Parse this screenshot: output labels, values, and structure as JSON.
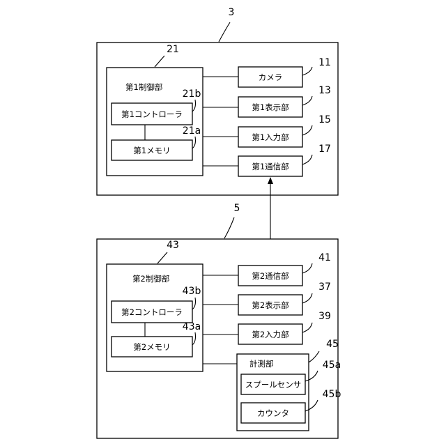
{
  "device1": {
    "ref": "3",
    "controller": {
      "ref": "21",
      "label": "第1制御部"
    },
    "sub_controller": {
      "ref": "21b",
      "label": "第1コントローラ"
    },
    "memory": {
      "ref": "21a",
      "label": "第1メモリ"
    },
    "camera": {
      "ref": "11",
      "label": "カメラ"
    },
    "display": {
      "ref": "13",
      "label": "第1表示部"
    },
    "input": {
      "ref": "15",
      "label": "第1入力部"
    },
    "comm": {
      "ref": "17",
      "label": "第1通信部"
    }
  },
  "device2": {
    "ref": "5",
    "controller": {
      "ref": "43",
      "label": "第2制御部"
    },
    "sub_controller": {
      "ref": "43b",
      "label": "第2コントローラ"
    },
    "memory": {
      "ref": "43a",
      "label": "第2メモリ"
    },
    "comm": {
      "ref": "41",
      "label": "第2通信部"
    },
    "display": {
      "ref": "37",
      "label": "第2表示部"
    },
    "input": {
      "ref": "39",
      "label": "第2入力部"
    },
    "measure": {
      "ref": "45",
      "label": "計測部"
    },
    "spool_sensor": {
      "ref": "45a",
      "label": "スプールセンサ"
    },
    "counter": {
      "ref": "45b",
      "label": "カウンタ"
    }
  }
}
